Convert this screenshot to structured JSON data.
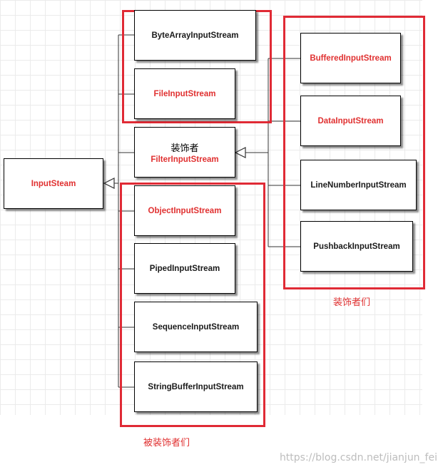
{
  "nodes": {
    "input_steam": "InputSteam",
    "byte_array": "ByteArrayInputStream",
    "file": "FileInputStream",
    "filter_sub": "装饰者",
    "filter": "FilterInputStream",
    "object": "ObjectInputStream",
    "piped": "PipedInputStream",
    "sequence": "SequenceInputStream",
    "string_buffer": "StringBufferInputStream",
    "buffered": "BufferedInputStream",
    "data": "DataInputStream",
    "line_number": "LineNumberInputStream",
    "pushback": "PushbackInputStream"
  },
  "captions": {
    "decorators": "装饰者们",
    "decorated": "被装饰者们"
  },
  "watermark": "https://blog.csdn.net/jianjun_fei",
  "colors": {
    "highlight_box": "#e02a35",
    "highlight_text": "#e03030",
    "text": "#1a1a1a",
    "grid": "#ebebeb",
    "watermark": "#bdbdbd"
  }
}
